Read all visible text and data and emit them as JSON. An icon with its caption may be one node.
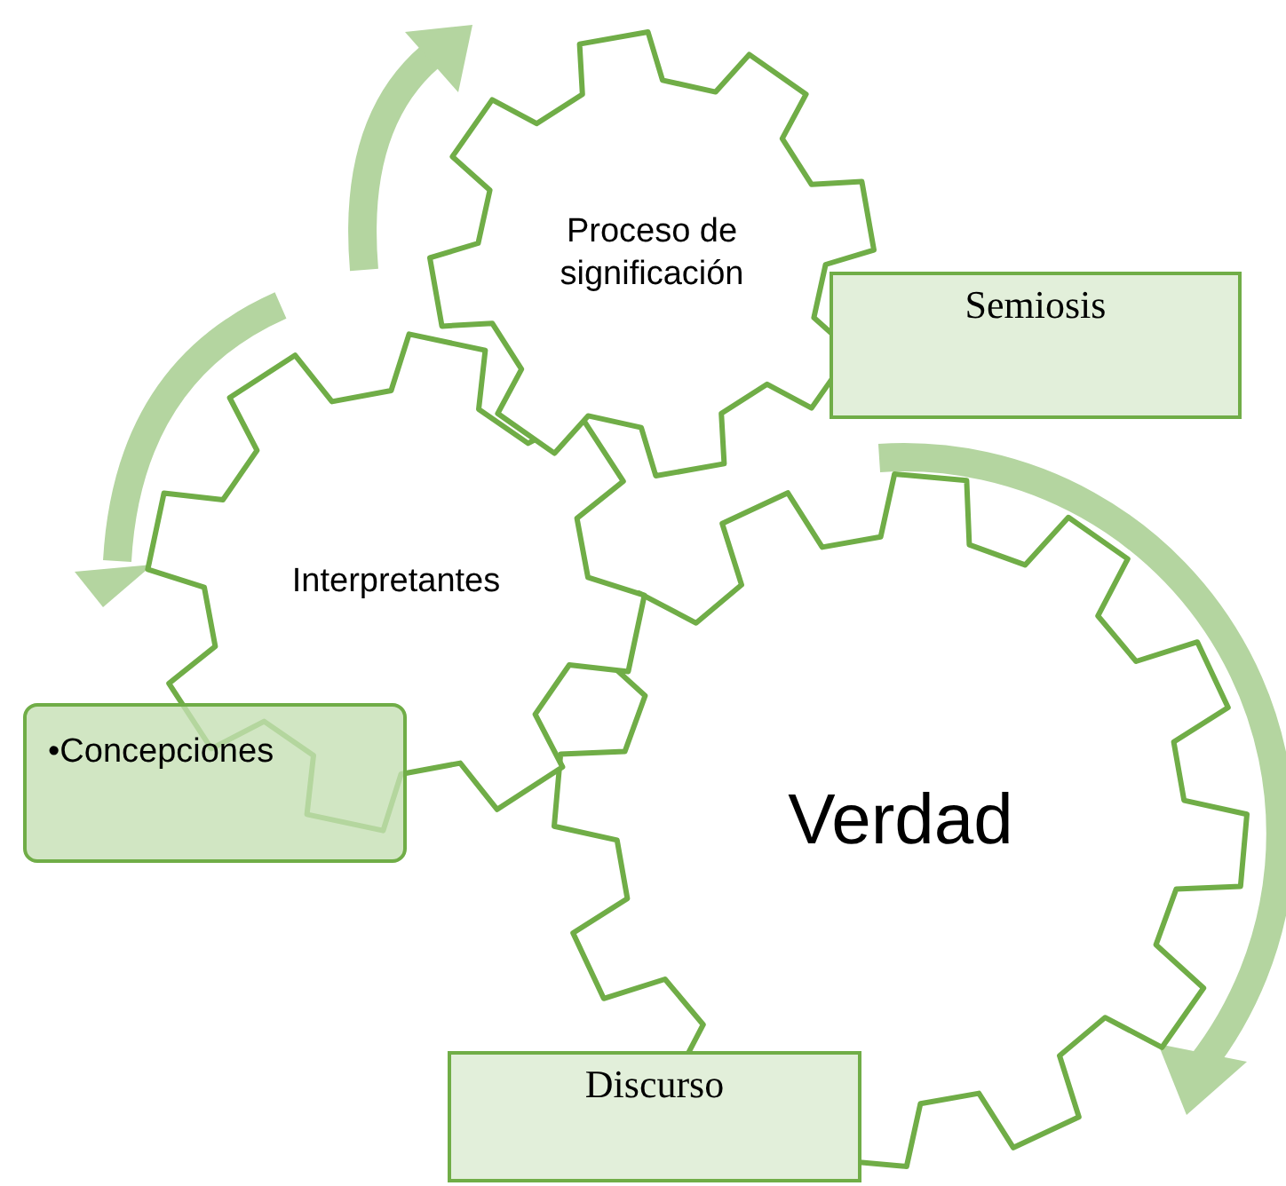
{
  "diagram": {
    "nodes": [
      {
        "text": [
          "Proceso de significación"
        ]
      },
      {
        "text": [
          "Semiosis"
        ]
      },
      {
        "text": [
          "Interpretantes"
        ]
      },
      {
        "text": [
          "•Concepciones"
        ]
      },
      {
        "text": [
          "Verdad"
        ]
      },
      {
        "text": [
          "Discurso"
        ]
      }
    ]
  }
}
